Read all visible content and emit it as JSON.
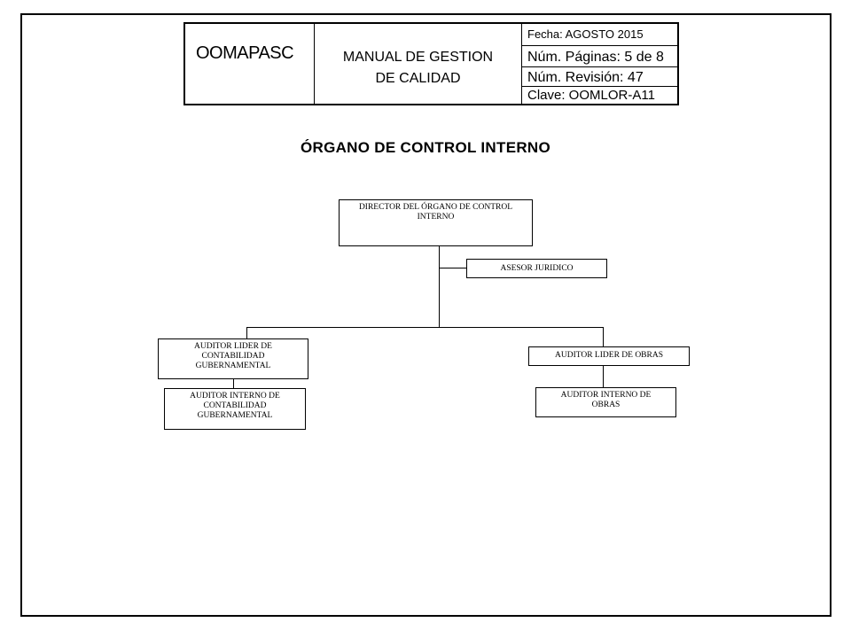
{
  "header": {
    "org": "OOMAPASC",
    "manual_line1": "MANUAL DE GESTION",
    "manual_line2": "DE CALIDAD",
    "fecha": "Fecha: AGOSTO 2015",
    "paginas": "Núm. Páginas: 5 de 8",
    "revision": "Núm. Revisión: 47",
    "clave": "Clave: OOMLOR-A11"
  },
  "title": "ÓRGANO DE CONTROL  INTERNO",
  "chart": {
    "director": "DIRECTOR DEL ÓRGANO DE CONTROL INTERNO",
    "asesor": "ASESOR JURIDICO",
    "auditor_lider_contabilidad": "AUDITOR LIDER DE CONTABILIDAD GUBERNAMENTAL",
    "auditor_interno_contabilidad": "AUDITOR  INTERNO DE CONTABILIDAD GUBERNAMENTAL",
    "auditor_lider_obras": "AUDITOR LIDER DE OBRAS",
    "auditor_interno_obras": "AUDITOR INTERNO DE OBRAS"
  }
}
